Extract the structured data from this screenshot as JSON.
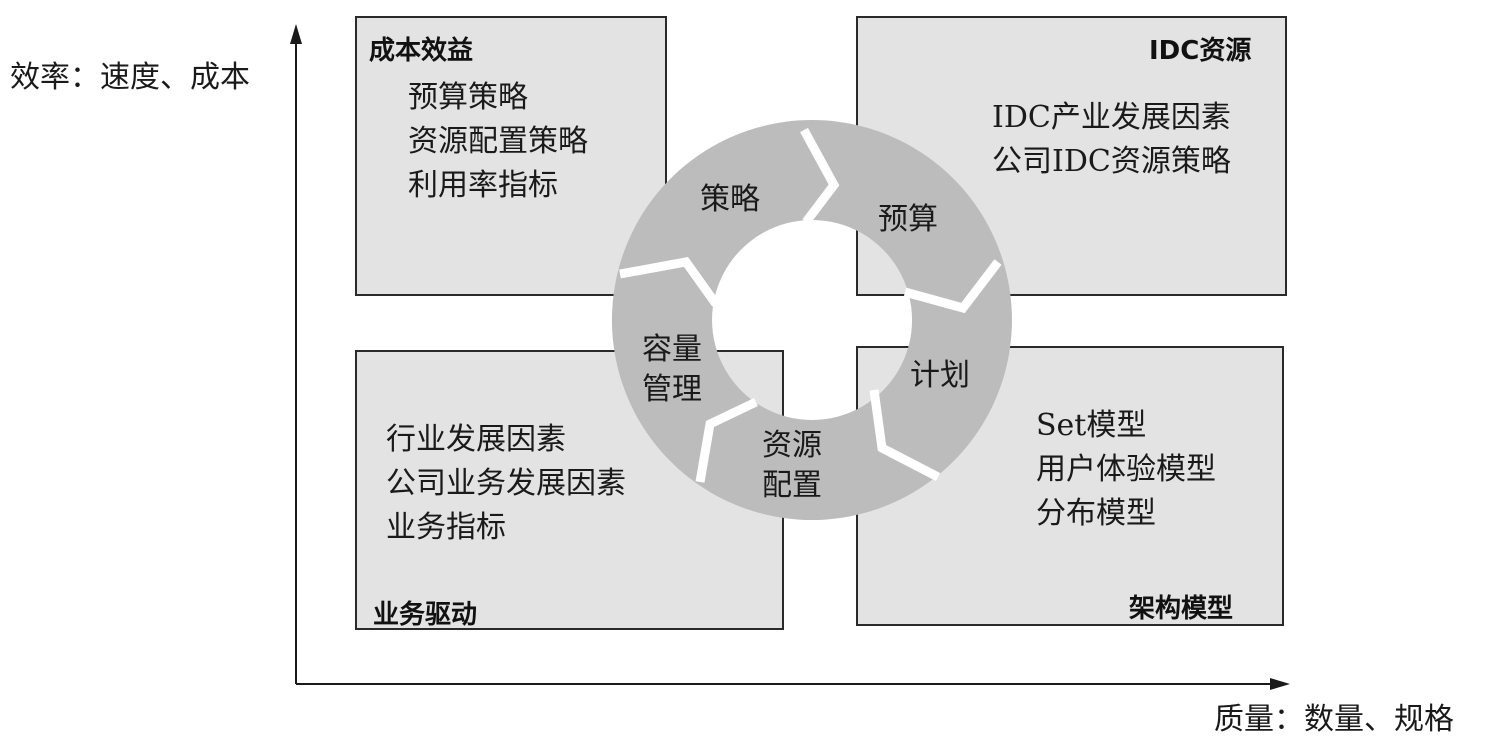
{
  "axes": {
    "y_label": "效率：速度、成本",
    "x_label": "质量：数量、规格"
  },
  "quadrants": {
    "top_left": {
      "title": "成本效益",
      "items": [
        "预算策略",
        "资源配置策略",
        "利用率指标"
      ]
    },
    "top_right": {
      "title": "IDC资源",
      "items": [
        "IDC产业发展因素",
        "公司IDC资源策略"
      ]
    },
    "bottom_left": {
      "title": "业务驱动",
      "items": [
        "行业发展因素",
        "公司业务发展因素",
        "业务指标"
      ]
    },
    "bottom_right": {
      "title": "架构模型",
      "items": [
        "Set模型",
        "用户体验模型",
        "分布模型"
      ]
    }
  },
  "cycle": {
    "stages": [
      {
        "line1": "策略",
        "line2": ""
      },
      {
        "line1": "预算",
        "line2": ""
      },
      {
        "line1": "计划",
        "line2": ""
      },
      {
        "line1": "资源",
        "line2": "配置"
      },
      {
        "line1": "容量",
        "line2": "管理"
      }
    ]
  },
  "colors": {
    "quad_fill": "#e3e3e3",
    "ring_fill": "#bcbcbc",
    "border": "#2a2a2a"
  }
}
